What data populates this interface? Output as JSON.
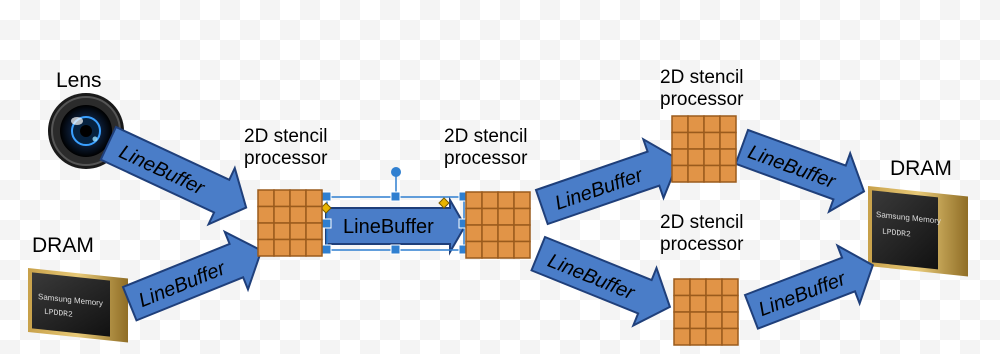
{
  "colors": {
    "arrow_fill": "#4a7dc8",
    "arrow_stroke": "#1f3f7a",
    "grid_fill": "#e19447",
    "grid_stroke": "#9a5b1d",
    "selection_handle": "#2f7fd0",
    "selection_diamond": "#e8b400"
  },
  "nodes": {
    "lens": {
      "label": "Lens",
      "icon": "camera-lens-icon"
    },
    "dram_in": {
      "label": "DRAM",
      "icon": "memory-chip-icon",
      "chip_text": [
        "Samsung Memory",
        "LPDDR2"
      ]
    },
    "dram_out": {
      "label": "DRAM",
      "icon": "memory-chip-icon",
      "chip_text": [
        "Samsung Memory",
        "LPDDR2"
      ]
    },
    "stencil_1": {
      "line1": "2D stencil",
      "line2": "processor"
    },
    "stencil_2": {
      "line1": "2D stencil",
      "line2": "processor"
    },
    "stencil_top": {
      "line1": "2D stencil",
      "line2": "processor"
    },
    "stencil_bottom": {
      "line1": "2D stencil",
      "line2": "processor"
    }
  },
  "arrows": {
    "label": "LineBuffer",
    "selected_label": "LineBuffer"
  }
}
